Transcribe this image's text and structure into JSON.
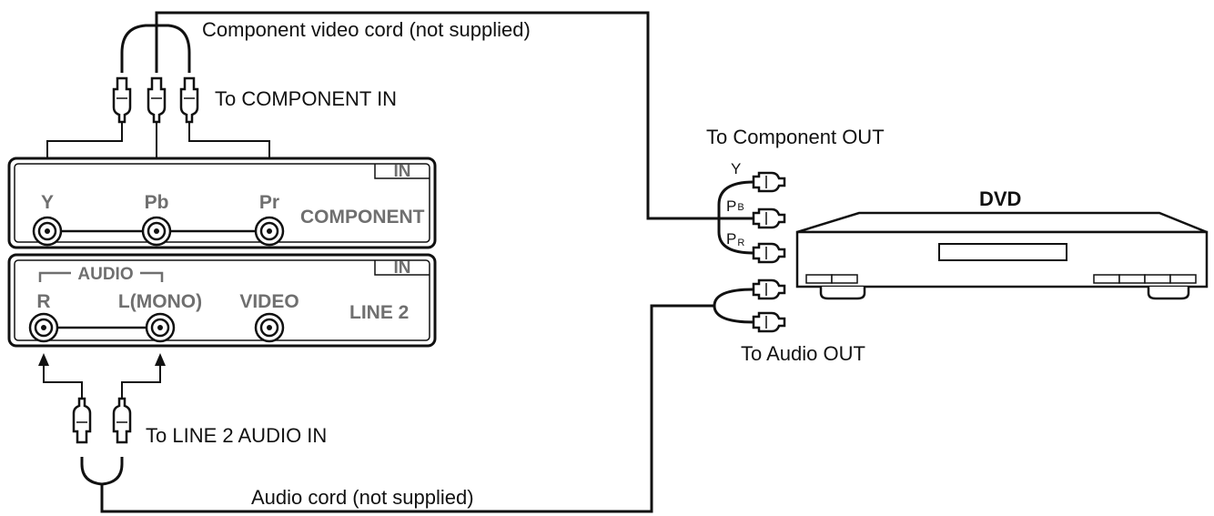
{
  "labels": {
    "component_cord": "Component video cord (not supplied)",
    "to_component_in": "To COMPONENT IN",
    "to_component_out": "To Component OUT",
    "dvd": "DVD",
    "to_audio_out": "To Audio OUT",
    "to_line2_audio_in": "To LINE 2 AUDIO IN",
    "audio_cord": "Audio cord (not supplied)"
  },
  "component_panel": {
    "tag": "IN",
    "title": "COMPONENT",
    "jacks": [
      "Y",
      "Pb",
      "Pr"
    ]
  },
  "line2_panel": {
    "tag": "IN",
    "title": "LINE 2",
    "audio_group": "AUDIO",
    "jacks": [
      "R",
      "L(MONO)",
      "VIDEO"
    ]
  },
  "dvd_outputs": {
    "y": "Y",
    "pb_main": "P",
    "pb_sub": "B",
    "pr_main": "P",
    "pr_sub": "R"
  }
}
